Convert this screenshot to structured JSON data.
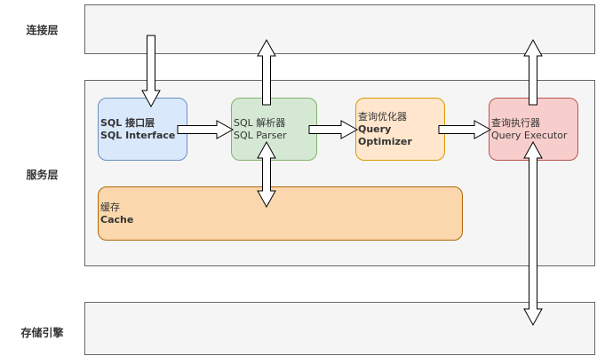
{
  "layers": {
    "connection": "连接层",
    "service": "服务层",
    "storage": "存储引擎"
  },
  "nodes": {
    "interface": {
      "line1": "SQL 接口层",
      "line2": "SQL Interface"
    },
    "parser": {
      "line1": "SQL 解析器",
      "line2": "SQL Parser"
    },
    "optimizer": {
      "line1": "查询优化器",
      "line2": "Query",
      "line3": "Optimizer"
    },
    "executor": {
      "line1": "查询执行器",
      "line2": "Query Executor"
    },
    "cache": {
      "line1": "缓存",
      "line2": "Cache"
    }
  },
  "colors": {
    "interface": "#dae8fc",
    "parser": "#d5e8d4",
    "optimizer": "#ffe6cc",
    "executor": "#f8cecc",
    "cache": "#fad7ac"
  }
}
